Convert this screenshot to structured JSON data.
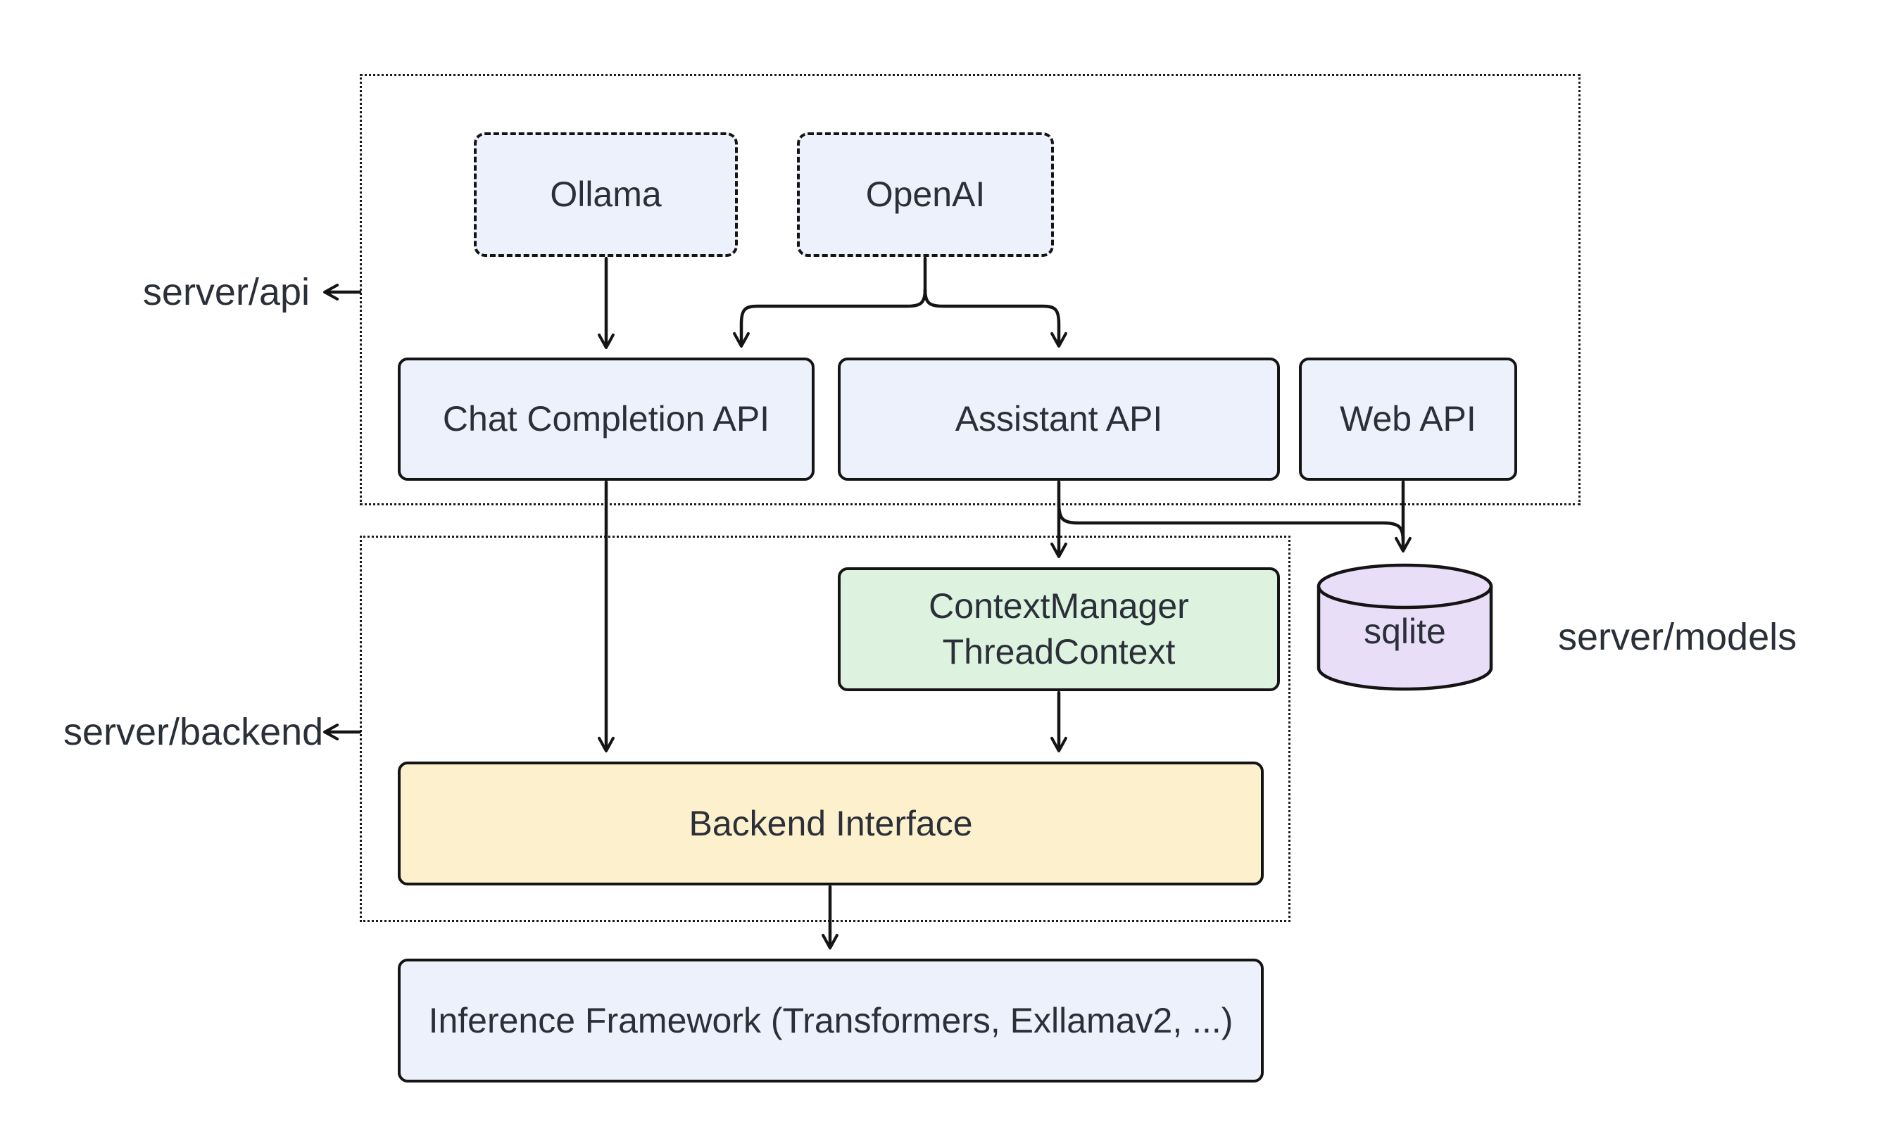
{
  "nodes": {
    "ollama": {
      "label": "Ollama"
    },
    "openai": {
      "label": "OpenAI"
    },
    "chat_api": {
      "label": "Chat Completion API"
    },
    "assistant_api": {
      "label": "Assistant API"
    },
    "web_api": {
      "label": "Web API"
    },
    "context_manager": {
      "line1": "ContextManager",
      "line2": "ThreadContext"
    },
    "sqlite": {
      "label": "sqlite"
    },
    "backend_interface": {
      "label": "Backend Interface"
    },
    "inference_framework": {
      "label": "Inference Framework (Transformers, Exllamav2, ...)"
    }
  },
  "labels": {
    "server_api": "server/api",
    "server_backend": "server/backend",
    "server_models": "server/models"
  },
  "colors": {
    "background": "#ffffff",
    "node_blue": "#edf1fb",
    "node_green": "#ddf3df",
    "node_yellow": "#fdf0cd",
    "node_purple": "#e9def8",
    "stroke": "#141414",
    "text": "#2a2f38"
  }
}
